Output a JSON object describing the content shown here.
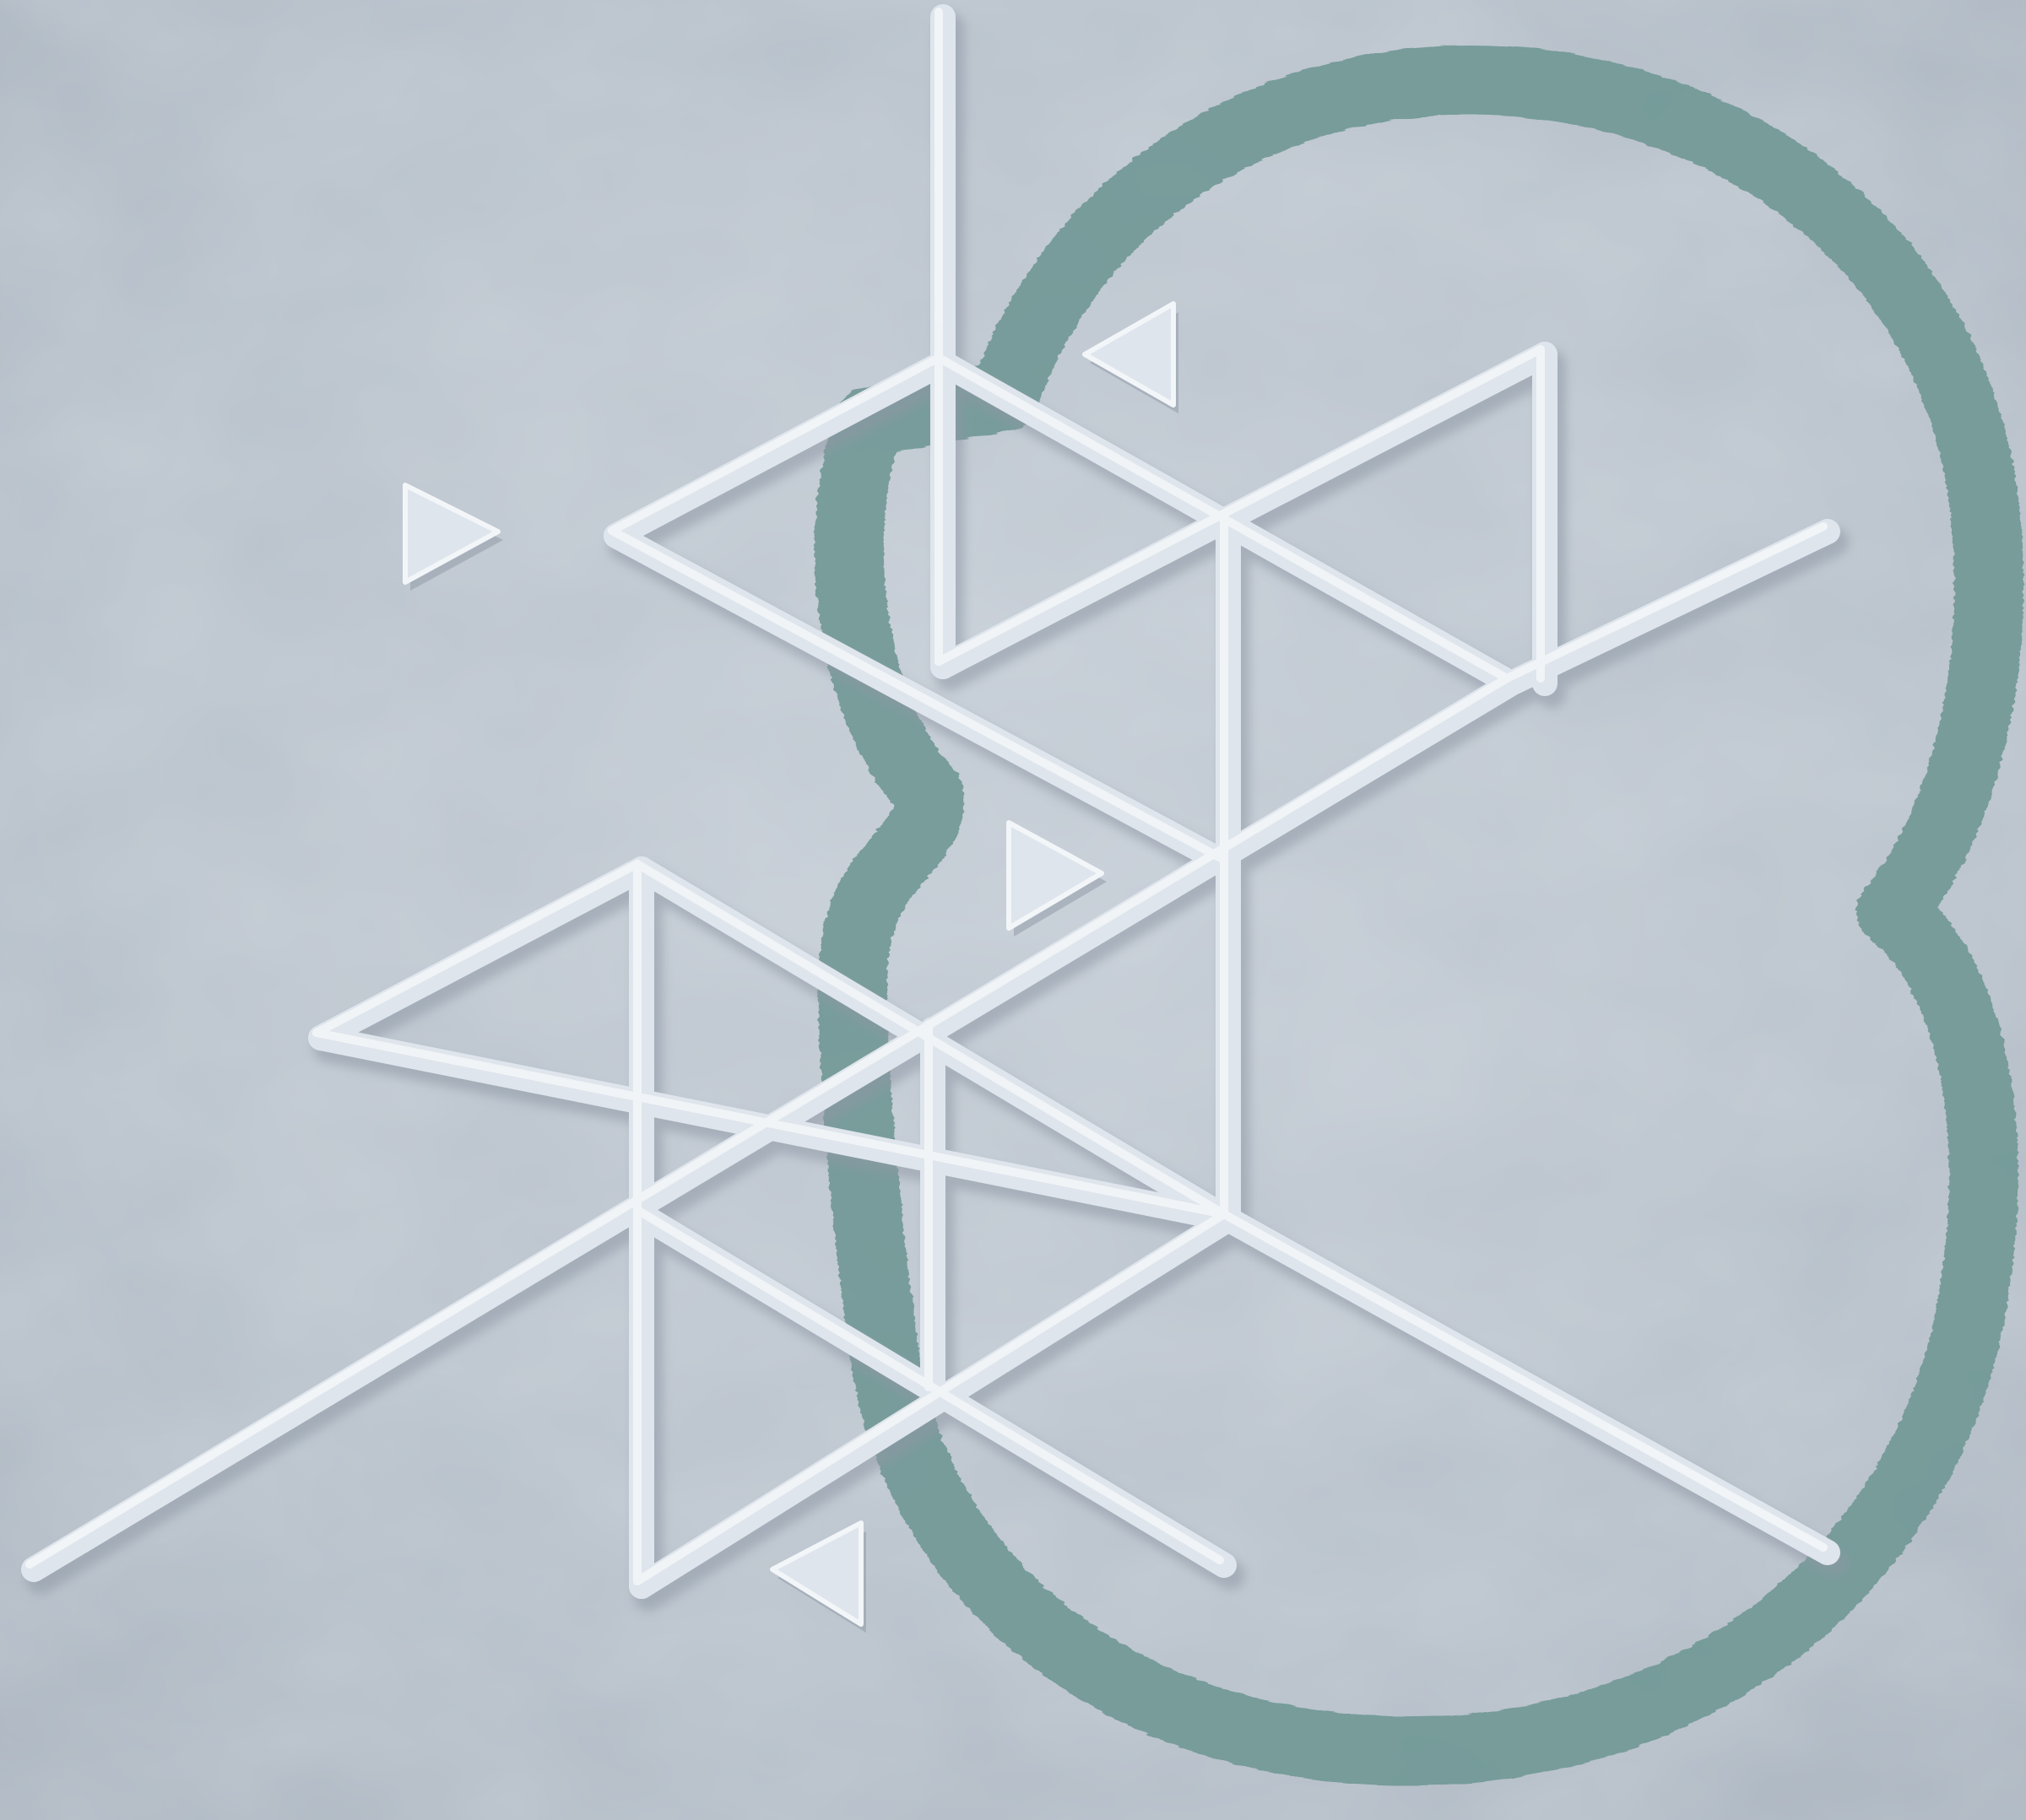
{
  "scene": {
    "subject": "embossed-geometric-artwork",
    "palette": {
      "paper_light": "#c4ccd5",
      "paper_mid": "#b6bfc9",
      "paper_shadow": "#a7b1bc",
      "ink_teal": "#6f9895",
      "ink_teal_dark": "#5d8784",
      "emboss_highlight": "#eef2f6",
      "emboss_body": "#dfe5ec",
      "emboss_shadow": "#8e98a4"
    },
    "elements": {
      "outline_shape": "teal-figure-eight-outline",
      "line_pattern": "embossed-triangle-lattice",
      "marker_shape": "embossed-small-triangles",
      "marker_count": 4
    }
  }
}
